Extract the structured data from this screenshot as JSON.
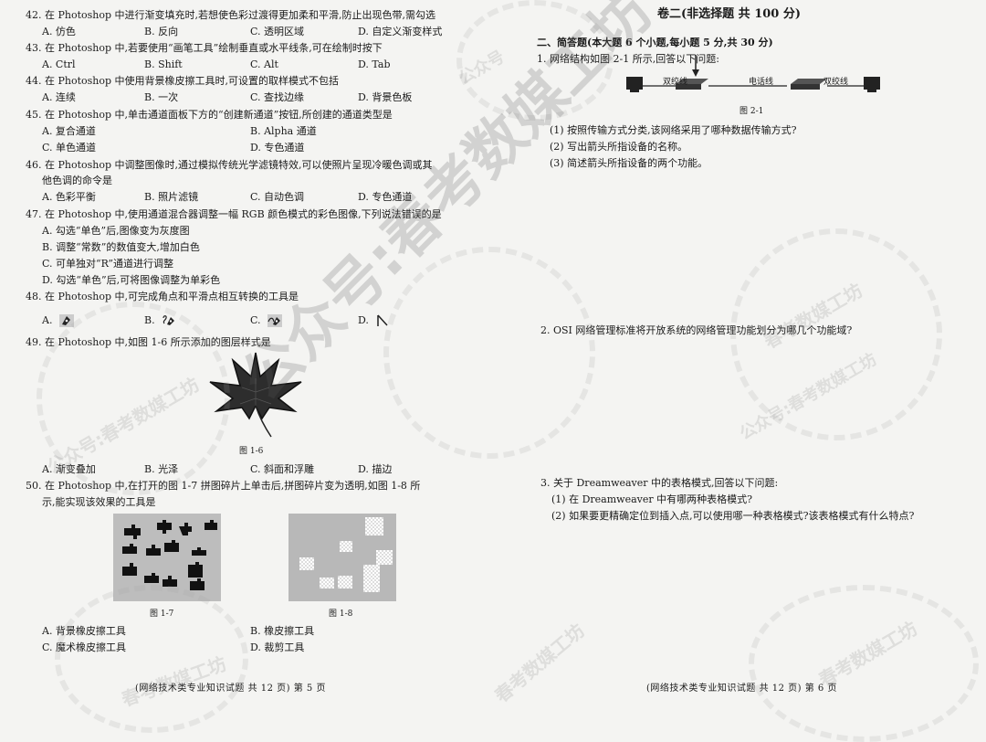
{
  "left": {
    "q42": {
      "text": "42. 在 Photoshop 中进行渐变填充时,若想使色彩过渡得更加柔和平滑,防止出现色带,需勾选",
      "a": "A. 仿色",
      "b": "B. 反向",
      "c": "C. 透明区域",
      "d": "D. 自定义渐变样式"
    },
    "q43": {
      "text": "43. 在 Photoshop 中,若要使用“画笔工具”绘制垂直或水平线条,可在绘制时按下",
      "a": "A. Ctrl",
      "b": "B. Shift",
      "c": "C. Alt",
      "d": "D. Tab"
    },
    "q44": {
      "text": "44. 在 Photoshop 中使用背景橡皮擦工具时,可设置的取样模式不包括",
      "a": "A. 连续",
      "b": "B. 一次",
      "c": "C. 查找边缘",
      "d": "D. 背景色板"
    },
    "q45": {
      "text": "45. 在 Photoshop 中,单击通道面板下方的“创建新通道”按钮,所创建的通道类型是",
      "a": "A. 复合通道",
      "b": "B. Alpha 通道",
      "c": "C. 单色通道",
      "d": "D. 专色通道"
    },
    "q46": {
      "text1": "46. 在 Photoshop 中调整图像时,通过模拟传统光学滤镜特效,可以使照片呈现冷暖色调或其",
      "text2": "他色调的命令是",
      "a": "A. 色彩平衡",
      "b": "B. 照片滤镜",
      "c": "C. 自动色调",
      "d": "D. 专色通道"
    },
    "q47": {
      "text": "47. 在 Photoshop 中,使用通道混合器调整一幅 RGB 颜色模式的彩色图像,下列说法错误的是",
      "a": "A. 勾选“单色”后,图像变为灰度图",
      "b": "B. 调整“常数”的数值变大,增加白色",
      "c": "C. 可单独对“R”通道进行调整",
      "d": "D. 勾选“单色”后,可将图像调整为单彩色"
    },
    "q48": {
      "text": "48. 在 Photoshop 中,可完成角点和平滑点相互转换的工具是",
      "a": "A.",
      "b": "B.",
      "c": "C.",
      "d": "D."
    },
    "q49": {
      "text": "49. 在 Photoshop 中,如图 1-6 所示添加的图层样式是",
      "caption": "图 1-6",
      "a": "A. 渐变叠加",
      "b": "B. 光泽",
      "c": "C. 斜面和浮雕",
      "d": "D. 描边"
    },
    "q50": {
      "text1": "50. 在 Photoshop 中,在打开的图 1-7 拼图碎片上单击后,拼图碎片变为透明,如图 1-8 所",
      "text2": "示,能实现该效果的工具是",
      "caption1": "图 1-7",
      "caption2": "图 1-8",
      "a": "A. 背景橡皮擦工具",
      "b": "B. 橡皮擦工具",
      "c": "C. 魔术橡皮擦工具",
      "d": "D. 裁剪工具"
    },
    "footer": "(网络技术类专业知识试题   共 12 页)   第 5 页"
  },
  "right": {
    "title": "卷二(非选择题   共 100 分)",
    "section": "二、简答题(本大题 6 个小题,每小题 5 分,共 30 分)",
    "p1": {
      "text": "1. 网络结构如图 2-1 所示,回答以下问题:",
      "label1": "双绞线",
      "label2": "电话线",
      "label3": "双绞线",
      "caption": "图 2-1",
      "sub1": "(1) 按照传输方式分类,该网络采用了哪种数据传输方式?",
      "sub2": "(2) 写出箭头所指设备的名称。",
      "sub3": "(3) 简述箭头所指设备的两个功能。"
    },
    "p2": {
      "text": "2. OSI 网络管理标准将开放系统的网络管理功能划分为哪几个功能域?"
    },
    "p3": {
      "text": "3. 关于 Dreamweaver 中的表格模式,回答以下问题:",
      "sub1": "(1) 在 Dreamweaver 中有哪两种表格模式?",
      "sub2": "(2) 如果要更精确定位到插入点,可以使用哪一种表格模式?该表格模式有什么特点?"
    },
    "footer": "(网络技术类专业知识试题   共 12 页)   第 6 页"
  },
  "watermark": {
    "main": "公众号:春考数媒工坊",
    "small1": "公众号:春考数媒工坊",
    "small2": "春考数媒工坊",
    "small3": "公众号:春考数媒工坊",
    "small4": "春考数媒工坊",
    "small5": "春考数媒工坊",
    "small6": "公众号",
    "small7": "春考数媒工坊"
  }
}
